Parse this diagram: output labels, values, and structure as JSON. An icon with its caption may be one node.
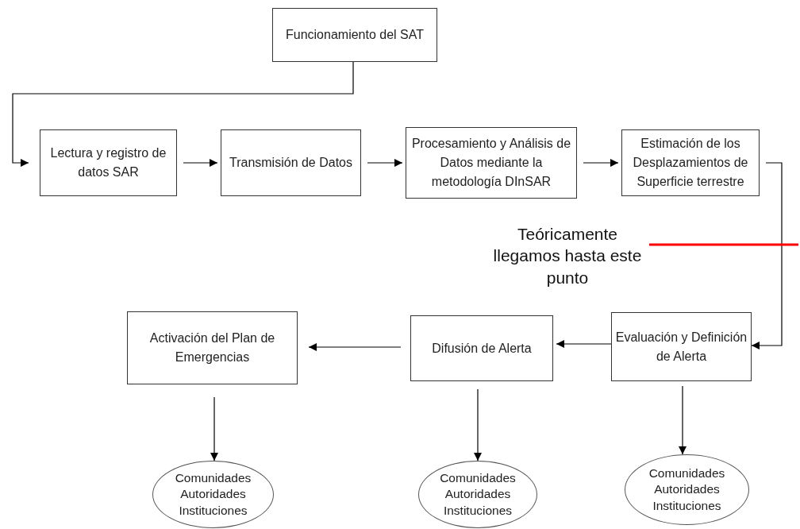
{
  "diagram": {
    "nodes": [
      {
        "text": [
          "Funcionamiento del SAT"
        ]
      },
      {
        "text": [
          "Lectura y registro de datos SAR"
        ]
      },
      {
        "text": [
          "Transmisión de Datos"
        ]
      },
      {
        "text": [
          "Procesamiento y Análisis de Datos mediante la metodología DInSAR"
        ]
      },
      {
        "text": [
          "Estimación de los Desplazamientos de Superficie terrestre"
        ]
      },
      {
        "text": [
          "Teóricamente llegamos hasta este punto"
        ]
      },
      {
        "text": [
          "Evaluación y Definición de Alerta"
        ]
      },
      {
        "text": [
          "Difusión de Alerta"
        ]
      },
      {
        "text": [
          "Activación del Plan de Emergencias"
        ]
      },
      {
        "text": [
          "Comunidades",
          "Autoridades",
          "Instituciones"
        ]
      },
      {
        "text": [
          "Comunidades",
          "Autoridades",
          "Instituciones"
        ]
      },
      {
        "text": [
          "Comunidades",
          "Autoridades",
          "Instituciones"
        ]
      }
    ],
    "edges": [
      {
        "from": 0,
        "to": 1,
        "arrow": "to"
      },
      {
        "from": 1,
        "to": 2,
        "arrow": "to"
      },
      {
        "from": 2,
        "to": 3,
        "arrow": "to"
      },
      {
        "from": 3,
        "to": 4,
        "arrow": "to"
      },
      {
        "from": 4,
        "to": 6,
        "arrow": "to"
      },
      {
        "from": 6,
        "to": 7,
        "arrow": "to"
      },
      {
        "from": 7,
        "to": 8,
        "arrow": "to"
      },
      {
        "from": 8,
        "to": 9,
        "arrow": "to"
      },
      {
        "from": 7,
        "to": 10,
        "arrow": "to"
      },
      {
        "from": 6,
        "to": 11,
        "arrow": "to"
      },
      {
        "from": 5,
        "to": null,
        "arrow": "none",
        "style": "thick",
        "color": "#ff0000"
      }
    ]
  }
}
